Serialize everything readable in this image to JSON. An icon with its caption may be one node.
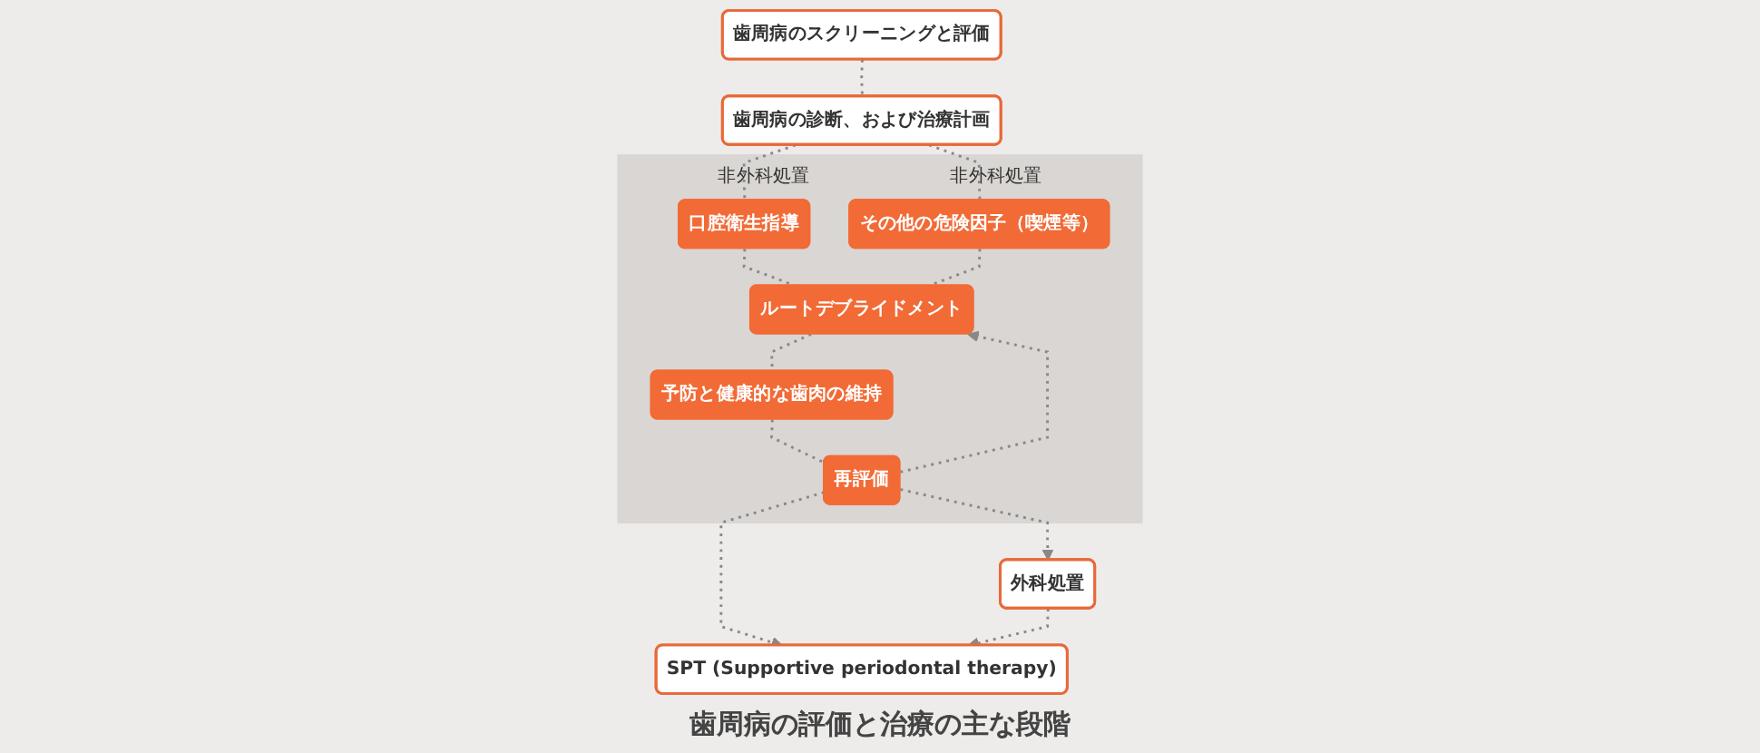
{
  "diagram": {
    "caption": "歯周病の評価と治療の主な段階",
    "nodes": [
      {
        "text": [
          "歯周病のスクリーニングと評価"
        ]
      },
      {
        "text": [
          "歯周病の診断、および治療計画"
        ]
      },
      {
        "text": [
          "非外科処置",
          "非外科処置"
        ]
      },
      {
        "text": [
          "口腔衛生指導"
        ],
        "in": 2
      },
      {
        "text": [
          "その他の危険因子（喫煙等）"
        ],
        "in": 2
      },
      {
        "text": [
          "ルートデブライドメント"
        ],
        "in": 2
      },
      {
        "text": [
          "予防と健康的な歯肉の維持"
        ],
        "in": 2
      },
      {
        "text": [
          "再評価"
        ],
        "in": 2
      },
      {
        "text": [
          "外科処置"
        ]
      },
      {
        "text": [
          "SPT (Supportive periodontal therapy)"
        ]
      }
    ],
    "edges": [
      {
        "from": 0,
        "to": 1,
        "arrow": "none",
        "style": "dashed"
      },
      {
        "from": 1,
        "to": 3,
        "arrow": "none",
        "style": "dashed"
      },
      {
        "from": 1,
        "to": 4,
        "arrow": "none",
        "style": "dashed"
      },
      {
        "from": 3,
        "to": 5,
        "arrow": "none",
        "style": "dashed"
      },
      {
        "from": 4,
        "to": 5,
        "arrow": "none",
        "style": "dashed"
      },
      {
        "from": 5,
        "to": 6,
        "arrow": "none",
        "style": "dashed"
      },
      {
        "from": 6,
        "to": 7,
        "arrow": "none",
        "style": "dashed"
      },
      {
        "from": 7,
        "to": 5,
        "arrow": "to",
        "style": "dashed"
      },
      {
        "from": 7,
        "to": 8,
        "arrow": "to",
        "style": "dashed"
      },
      {
        "from": 7,
        "to": 9,
        "arrow": "to",
        "style": "dashed"
      },
      {
        "from": 8,
        "to": 9,
        "arrow": "to",
        "style": "dashed"
      }
    ]
  }
}
